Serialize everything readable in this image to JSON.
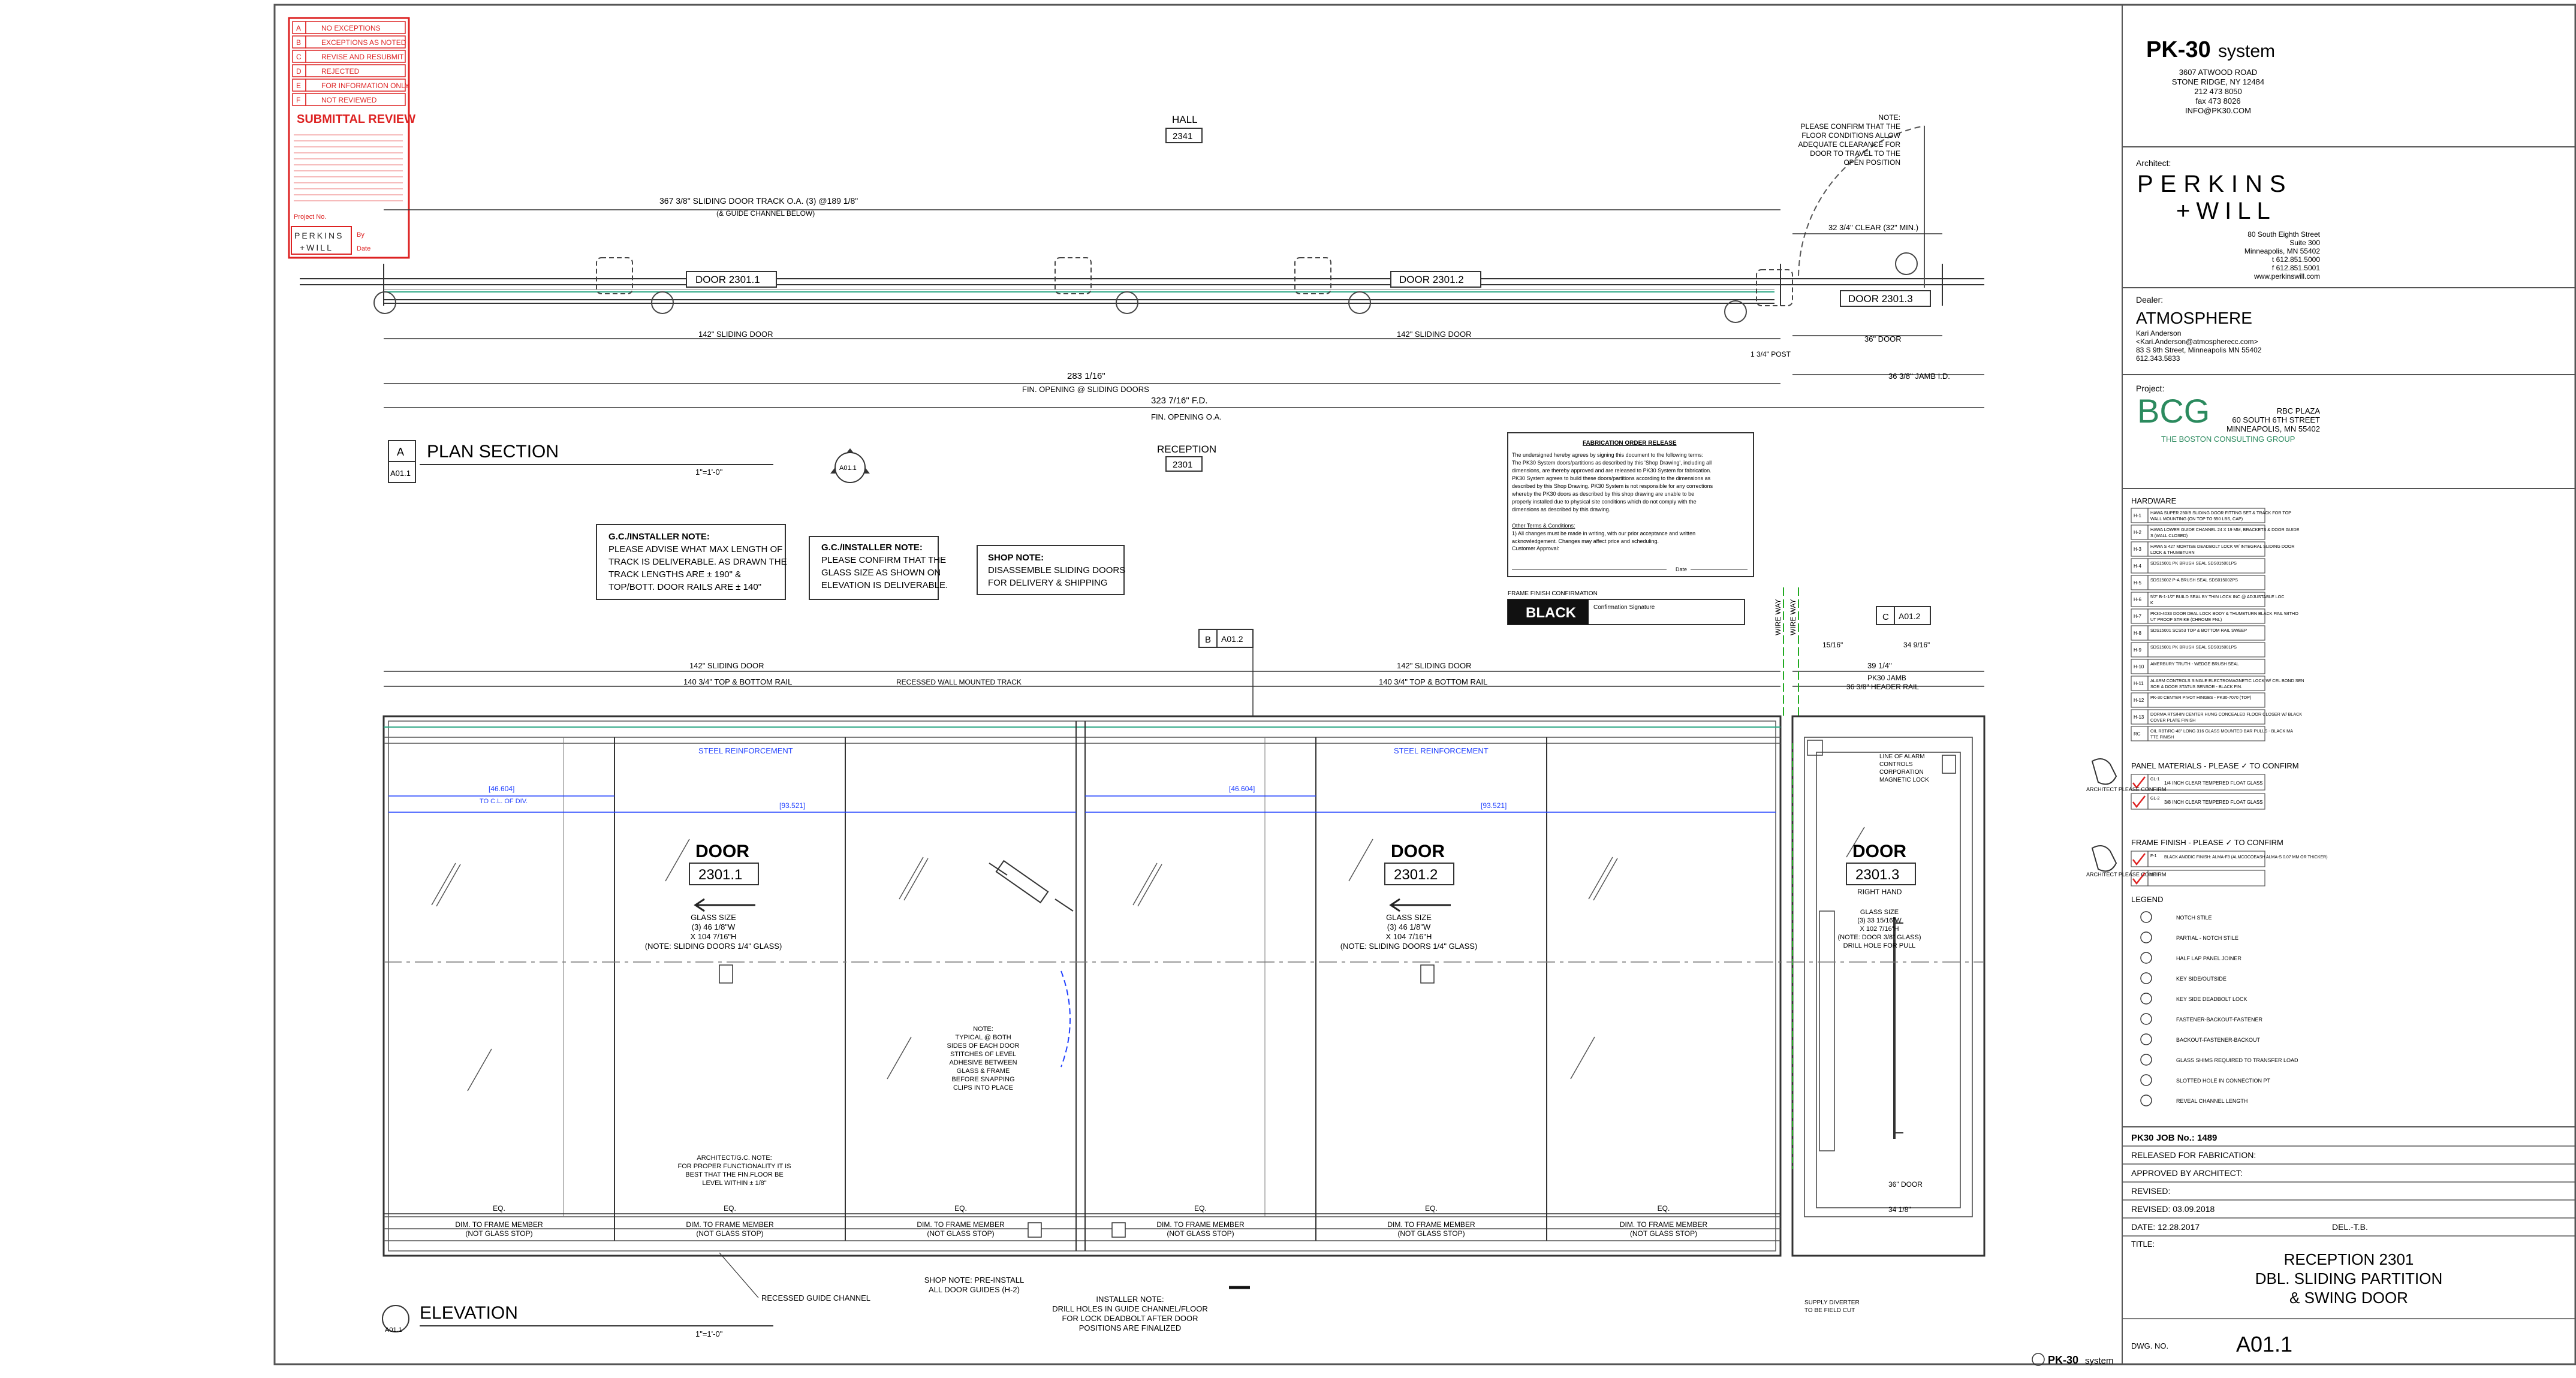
{
  "stamp": {
    "rows": [
      {
        "code": "A",
        "label": "NO EXCEPTIONS"
      },
      {
        "code": "B",
        "label": "EXCEPTIONS AS NOTED"
      },
      {
        "code": "C",
        "label": "REVISE AND RESUBMIT"
      },
      {
        "code": "D",
        "label": "REJECTED"
      },
      {
        "code": "E",
        "label": "FOR INFORMATION ONLY"
      },
      {
        "code": "F",
        "label": "NOT REVIEWED"
      }
    ],
    "title": "SUBMITTAL REVIEW",
    "project_no_label": "Project No.",
    "by_label": "By",
    "date_label": "Date",
    "logo_top": "PERKINS",
    "logo_bottom": "+WILL"
  },
  "labels": {
    "hall": "HALL",
    "hall_num": "2341",
    "reception": "RECEPTION",
    "reception_num": "2301",
    "plan_section": "PLAN SECTION",
    "plan_tag": "A",
    "plan_sheet": "A01.1",
    "plan_scale": "1\"=1'-0\"",
    "elevation": "ELEVATION",
    "elev_sheet": "A01.1",
    "elev_scale": "1\"=1'-0\"",
    "north": "A01.1",
    "door1": "DOOR 2301.1",
    "door2": "DOOR 2301.2",
    "door3": "DOOR 2301.3",
    "elev_door_word": "DOOR",
    "elev_door1": "2301.1",
    "elev_door2": "2301.2",
    "elev_door3": "2301.3",
    "right_hand": "RIGHT HAND",
    "steel1": "STEEL REINFORCEMENT",
    "steel2": "STEEL REINFORCEMENT",
    "callout_b": "B",
    "callout_b_sheet": "A01.2",
    "callout_c": "C",
    "callout_c_sheet": "A01.2",
    "recessed_track": "RECESSED WALL MOUNTED TRACK",
    "recessed_channel": "RECESSED GUIDE CHANNEL",
    "wire_way1": "WIRE WAY",
    "wire_way2": "WIRE WAY"
  },
  "dims": {
    "d_track": "367 3/8\" SLIDING DOOR TRACK O.A.  (3) @189 1/8\"",
    "d_track2": "(& GUIDE CHANNEL BELOW)",
    "d_142a": "142\" SLIDING DOOR",
    "d_142b": "142\" SLIDING DOOR",
    "d_fin_open": "283 1/16\"",
    "d_fin_open_lbl": "FIN. OPENING @ SLIDING DOORS",
    "d_fd": "323 7/16\" F.D.",
    "d_fd_lbl": "FIN. OPENING O.A.",
    "d_clear": "32 3/4\" CLEAR (32\" MIN.)",
    "d_36door": "36\" DOOR",
    "d_jamb": "36 3/8\" JAMB I.D.",
    "d_post": "1 3/4\" POST",
    "e_142a": "142\" SLIDING DOOR",
    "e_142b": "142\" SLIDING DOOR",
    "e_rail1": "140 3/4\" TOP & BOTTOM RAIL",
    "e_rail2": "140 3/4\" TOP & BOTTOM RAIL",
    "e_3914": "39 1/4\"",
    "e_pk30jamb": "PK30 JAMB",
    "e_header": "36 3/8\" HEADER RAIL",
    "e_3494": "34 9/16\"",
    "e_1516": "15/16\"",
    "e_9404a": "[46.604]",
    "e_9404b": "[46.604]",
    "e_tocl": "TO C.L. OF DIV.",
    "e_9352a": "[93.521]",
    "e_9352b": "[93.521]",
    "e_36door": "36\" DOOR",
    "e_3418": "34 1/8\"",
    "e_eq": "EQ.",
    "e_frame": "DIM. TO FRAME MEMBER",
    "e_noglass": "(NOT GLASS STOP)"
  },
  "notes": {
    "gc1": [
      "G.C./INSTALLER NOTE:",
      "PLEASE ADVISE WHAT MAX LENGTH OF",
      "TRACK IS DELIVERABLE.  AS DRAWN THE",
      "TRACK LENGTHS ARE ± 190\" &",
      "TOP/BOTT. DOOR RAILS ARE ± 140\""
    ],
    "gc2": [
      "G.C./INSTALLER NOTE:",
      "PLEASE CONFIRM THAT THE",
      "GLASS SIZE AS SHOWN ON",
      "ELEVATION IS DELIVERABLE."
    ],
    "shop": [
      "SHOP NOTE:",
      "DISASSEMBLE SLIDING DOORS",
      "FOR DELIVERY & SHIPPING"
    ],
    "swing": [
      "NOTE:",
      "PLEASE CONFIRM THAT THE",
      "FLOOR CONDITIONS ALLOW",
      "ADEQUATE CLEARANCE FOR",
      "DOOR TO TRAVEL TO THE",
      "OPEN POSITION"
    ],
    "glass1": [
      "GLASS SIZE",
      "(3) 46 1/8\"W",
      "X 104 7/16\"H",
      "(NOTE: SLIDING DOORS 1/4\" GLASS)"
    ],
    "glass2": [
      "GLASS SIZE",
      "(3) 46 1/8\"W",
      "X 104 7/16\"H",
      "(NOTE: SLIDING DOORS 1/4\" GLASS)"
    ],
    "glass3": [
      "GLASS SIZE",
      "(3) 33 15/16\"W",
      "X 102 7/16\"H",
      "(NOTE: DOOR 3/8\" GLASS)",
      "DRILL HOLE FOR PULL"
    ],
    "typical": [
      "NOTE:",
      "TYPICAL @ BOTH",
      "SIDES OF EACH DOOR",
      "STITCHES OF LEVEL",
      "ADHESIVE BETWEEN",
      "GLASS & FRAME",
      "BEFORE SNAPPING",
      "CLIPS INTO PLACE"
    ],
    "arch": [
      "ARCHITECT/G.C. NOTE:",
      "FOR PROPER FUNCTIONALITY IT IS",
      "BEST THAT THE FIN.FLOOR BE",
      "LEVEL WITHIN ± 1/8\""
    ],
    "shop_install": [
      "SHOP NOTE: PRE-INSTALL",
      "ALL DOOR GUIDES  (H-2)"
    ],
    "installer": [
      "INSTALLER NOTE:",
      "DRILL HOLES IN GUIDE CHANNEL/FLOOR",
      "FOR LOCK DEADBOLT AFTER DOOR",
      "POSITIONS ARE FINALIZED"
    ],
    "alarm": [
      "LINE OF ALARM",
      "CONTROLS",
      "CORPORATION",
      "MAGNETIC LOCK"
    ],
    "supply": [
      "SUPPLY DIVERTER",
      "TO BE FIELD CUT"
    ]
  },
  "release": {
    "title": "FABRICATION ORDER RELEASE",
    "body": [
      "The undersigned hereby agrees by signing this document to the following terms:",
      "The PK30 System doors/partitions as described by this 'Shop Drawing', including all",
      "dimensions, are thereby approved and are released to PK30 System for fabrication.",
      "PK30 System agrees to build these doors/partitions according to the dimensions as",
      "described by this Shop Drawing. PK30 System is not responsible for any corrections",
      "whereby the PK30 doors as described by this shop drawing are unable to be",
      "properly installed due to physical site conditions which do not comply with the",
      "dimensions as described by this drawing."
    ],
    "terms": "Other Terms & Conditions:",
    "terms_body": [
      "1) All changes must be made in writing, with our prior acceptance and written",
      "acknowledgement. Changes may affect price and scheduling."
    ],
    "customer": "Customer Approval:",
    "date": "Date"
  },
  "finish": {
    "title": "FRAME FINISH CONFIRMATION",
    "value": "BLACK",
    "sig": "Confirmation Signature"
  },
  "titleblock": {
    "brand": "PK-30",
    "brand_sys": "system",
    "address": [
      "3607 ATWOOD ROAD",
      "STONE RIDGE, NY 12484",
      "212 473 8050",
      "fax 473 8026",
      "INFO@PK30.COM"
    ],
    "architect_label": "Architect:",
    "arch_name1": "PERKINS",
    "arch_name2": "+WILL",
    "arch_addr": [
      "80 South Eighth Street",
      "Suite 300",
      "Minneapolis, MN 55402",
      "t 612.851.5000",
      "f 612.851.5001",
      "www.perkinswill.com"
    ],
    "dealer_label": "Dealer:",
    "dealer_name": "ATMOSPHERE",
    "dealer_addr": [
      "Kari Anderson",
      "<Kari.Anderson@atmospherecc.com>",
      "83 S 9th Street, Minneapolis MN 55402",
      "612.343.5833"
    ],
    "project_label": "Project:",
    "bcg": "BCG",
    "bcg_name": "THE BOSTON CONSULTING GROUP",
    "project_addr": [
      "RBC PLAZA",
      "60 SOUTH 6TH STREET",
      "MINNEAPOLIS, MN 55402"
    ],
    "hardware_label": "HARDWARE",
    "hardware": [
      {
        "code": "H-1",
        "text": "HAWA SUPER 250/B SLIDING DOOR FITTING SET & TRACK FOR TOP WALL MOUNTING (ON TOP TO 550 LBS, CAP)"
      },
      {
        "code": "H-2",
        "text": "HAWA LOWER GUIDE CHANNEL 24 X 19 MM, BRACKETS & DOOR GUIDES  (WALL CLOSED)"
      },
      {
        "code": "H-3",
        "text": "HAWA S 427 MORTISE DEADBOLT LOCK W/ INTEGRAL SLIDING DOOR LOCK & THUMBTURN"
      },
      {
        "code": "H-4",
        "text": "SDS15001 PK BRUSH SEAL SDS015001PS"
      },
      {
        "code": "H-5",
        "text": "SDS15002 P-A BRUSH SEAL SDS015002PS"
      },
      {
        "code": "H-6",
        "text": "5/2\" B-1-1/2\" BUILD SEAL BY THIN LOCK INC @ ADJUSTABLE LOCK"
      },
      {
        "code": "H-7",
        "text": "PK30-4033 DOOR DEAL LOCK BODY & THUMBTURN BLACK FINL WITHOUT PROOF STRIKE (CHROME FNL)"
      },
      {
        "code": "H-8",
        "text": "SDS15001 SCS53 TOP & BOTTOM RAIL SWEEP"
      },
      {
        "code": "H-9",
        "text": "SDS15001 PK BRUSH SEAL SDS015001PS"
      },
      {
        "code": "H-10",
        "text": "AMERBURY TRUTH - WEDGE BRUSH SEAL"
      },
      {
        "code": "H-11",
        "text": "ALARM CONTROLS SINGLE ELECTROMAGNETIC LOCK W/ CEL BOND SENSOR & DOOR STATUS SENSOR - BLACK FIN."
      },
      {
        "code": "H-12",
        "text": "PK-30 CENTER PIVOT HINGES - PK30-7070 (TOP)"
      },
      {
        "code": "H-13",
        "text": "DORMA RTS/HIN CENTER HUNG CONCEALED FLOOR CLOSER W/ BLACK COVER PLATE FINISH"
      },
      {
        "code": "RC",
        "text": "OIL RBT/RC-48\" LONG 316 GLASS MOUNTED BAR PULLS - BLACK MATTE FINISH"
      }
    ],
    "panel_label": "PANEL MATERIALS - PLEASE ✓ TO CONFIRM",
    "panels": [
      {
        "code": "GL-1",
        "text": "1/4 INCH CLEAR TEMPERED FLOAT GLASS"
      },
      {
        "code": "GL-2",
        "text": "3/8 INCH CLEAR TEMPERED FLOAT GLASS"
      }
    ],
    "frame_label": "FRAME FINISH - PLEASE ✓ TO CONFIRM",
    "frames": [
      {
        "code": "F-1",
        "text": "BLACK ANODIC FINISH: ALMA-F3 (ALMCOCOEASH ALMA-S 0.07 MM OR THICKER)"
      },
      {
        "code": "F-2",
        "text": ""
      }
    ],
    "confirm_label": "ARCHITECT PLEASE CONFIRM",
    "legend_label": "LEGEND",
    "legend": [
      "NOTCH STILE",
      "PARTIAL - NOTCH STILE",
      "HALF LAP PANEL JOINER",
      "KEY SIDE/OUTSIDE",
      "KEY SIDE  DEADBOLT LOCK",
      "FASTENER-BACKOUT-FASTENER",
      "BACKOUT-FASTENER-BACKOUT",
      "GLASS SHIMS REQUIRED TO TRANSFER LOAD",
      "SLOTTED HOLE IN CONNECTION PT",
      "REVEAL CHANNEL LENGTH"
    ],
    "job": "PK30 JOB No.: 1489",
    "released": "RELEASED FOR FABRICATION:",
    "approved": "APPROVED BY ARCHITECT:",
    "revised": "REVISED:",
    "revised_val": "REVISED:  03.09.2018",
    "date": "DATE:   12.28.2017",
    "drawn": "DEL.-T.B.",
    "title_label": "TITLE:",
    "title_lines": [
      "RECEPTION 2301",
      "DBL. SLIDING PARTITION",
      "& SWING DOOR"
    ],
    "dwg_label": "DWG. NO.",
    "dwg_no": "A01.1",
    "footer_brand": "PK-30",
    "footer_sys": "system"
  }
}
